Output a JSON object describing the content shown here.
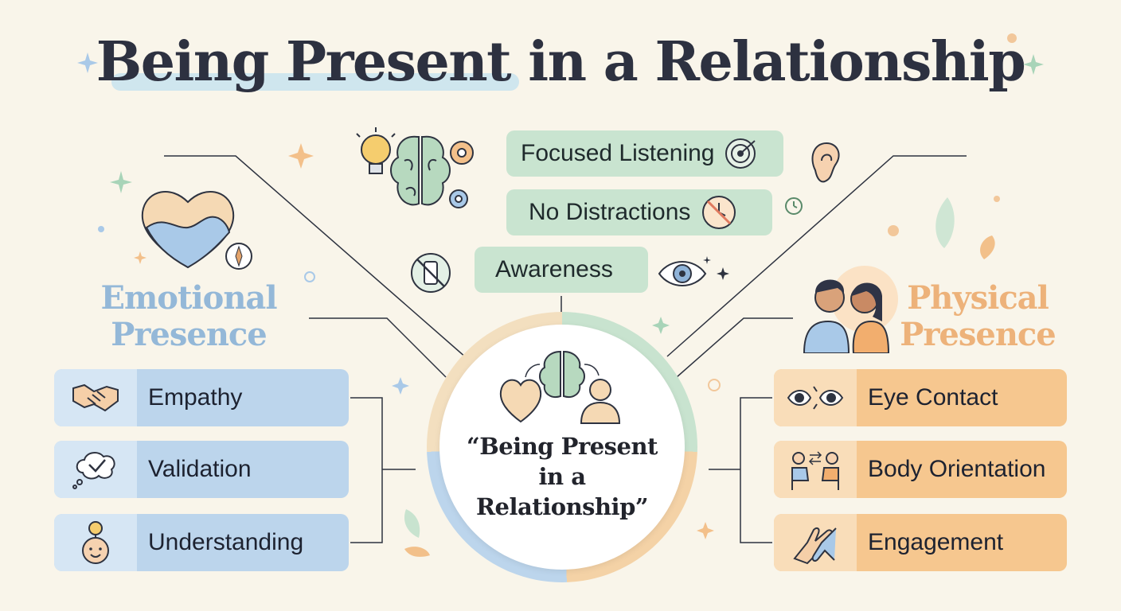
{
  "title": "Being Present in a Relationship",
  "top": {
    "pills": [
      "Focused Listening",
      "No Distractions",
      "Awareness"
    ]
  },
  "emotional": {
    "heading_line1": "Emotional",
    "heading_line2": "Presence",
    "items": [
      "Empathy",
      "Validation",
      "Understanding"
    ],
    "color": "#bcd5ec"
  },
  "physical": {
    "heading_line1": "Physical",
    "heading_line2": "Presence",
    "items": [
      "Eye Contact",
      "Body Orientation",
      "Engagement"
    ],
    "color": "#f6c78f"
  },
  "center": {
    "line1": "“Being Present",
    "line2": "in a",
    "line3": "Relationship”"
  },
  "icons": {
    "title": [
      "sparkle-icon",
      "dot-icon"
    ],
    "top": [
      "lightbulb-icon",
      "brain-icon",
      "gear-icon",
      "target-icon",
      "ear-icon",
      "no-clock-icon",
      "clock-icon",
      "no-phone-icon",
      "eye-icon"
    ],
    "emotional": [
      "heart-wave-icon",
      "compass-icon",
      "handshake-icon",
      "thought-bubble-check-icon",
      "lightbulb-head-icon"
    ],
    "physical": [
      "couple-icon",
      "eyes-icon",
      "people-facing-icon",
      "hands-icon"
    ],
    "center": [
      "heart-icon",
      "brain-icon",
      "person-icon"
    ]
  }
}
